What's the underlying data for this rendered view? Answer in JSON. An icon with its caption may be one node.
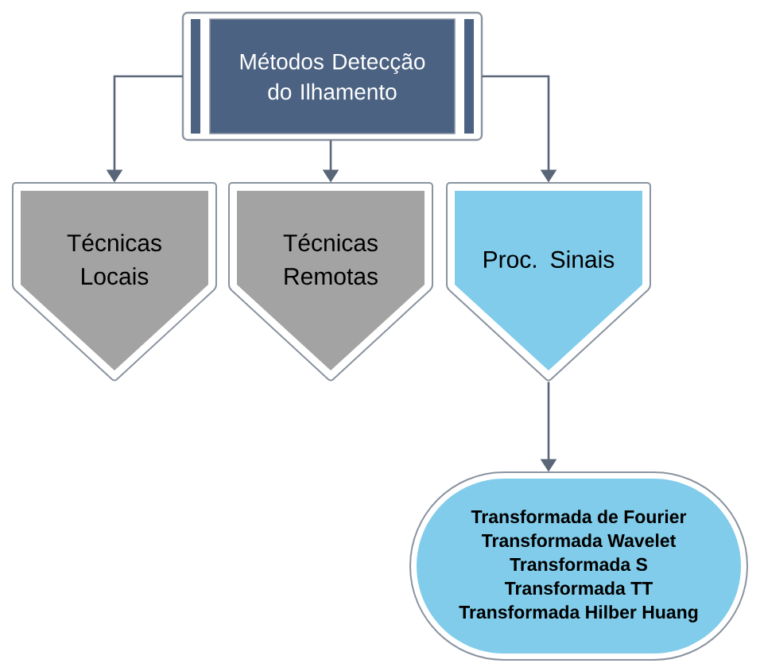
{
  "diagram": {
    "nodes": [
      {
        "text": [
          "Métodos Detecção do Ilhamento"
        ]
      },
      {
        "text": [
          "Técnicas Locais"
        ]
      },
      {
        "text": [
          "Técnicas Remotas"
        ]
      },
      {
        "text": [
          "Proc. Sinais"
        ]
      },
      {
        "text": [
          "Transformada de Fourier",
          "Transformada Wavelet",
          "Transformada S",
          "Transformada TT",
          "Transformada Hilber Huang"
        ]
      }
    ],
    "edges": [
      {
        "from": 0,
        "to": 1,
        "arrow": "to"
      },
      {
        "from": 0,
        "to": 2,
        "arrow": "to"
      },
      {
        "from": 0,
        "to": 3,
        "arrow": "to"
      },
      {
        "from": 3,
        "to": 4,
        "arrow": "to"
      }
    ]
  }
}
